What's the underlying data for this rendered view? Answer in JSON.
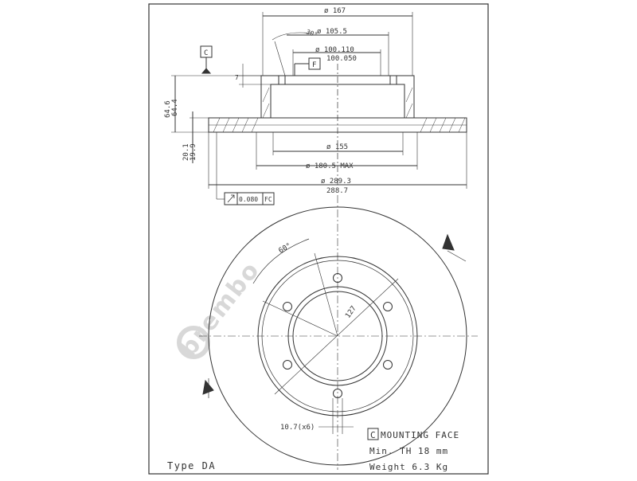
{
  "dimensions": {
    "d_outer": "ø 167",
    "d_105": "ø 105.5",
    "d_100_110": "ø 100.110",
    "d_100_050": "100.050",
    "d_155": "ø 155",
    "d_180": "ø 180.5 MAX",
    "d_289_3": "ø 289.3",
    "d_288_7": "288.7",
    "h_64_6": "64.6",
    "h_64_4": "64.4",
    "t_20_1": "20.1",
    "t_19_9": "19.9",
    "angle_30": "30°",
    "small_7": "7",
    "pcd": "127",
    "angle_60": "60°",
    "holes": "10.7(x6)"
  },
  "datums": {
    "c": "C",
    "f": "F",
    "tolerance_value": "0.080",
    "tolerance_ref": "FC"
  },
  "notes": {
    "mounting_letter": "C",
    "mounting_face": "MOUNTING FACE",
    "min_th": "Min. TH 18 mm",
    "weight": "Weight 6.3 Kg",
    "type": "Type DA"
  },
  "watermark": "brembo",
  "colors": {
    "line": "#333333",
    "watermark": "#d8d8d8"
  }
}
